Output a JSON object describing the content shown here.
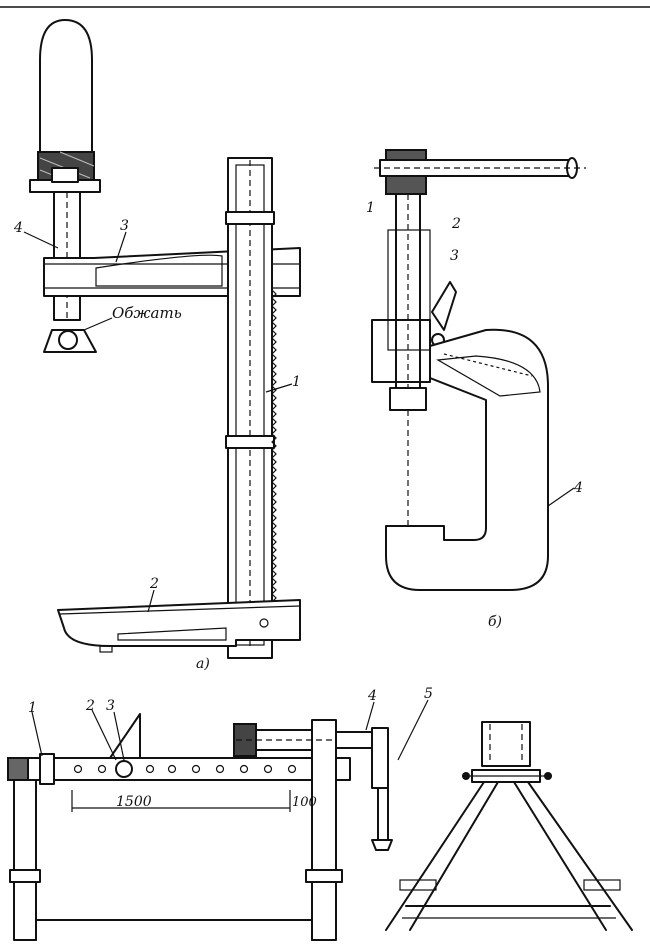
{
  "figure_a": {
    "caption": "а)",
    "callouts": {
      "handle": "4",
      "arm": "3",
      "rack_bar": "1",
      "base": "2"
    },
    "annotation": "Обжать"
  },
  "figure_b": {
    "caption": "б)",
    "callouts": {
      "screw": "1",
      "sleeve": "2",
      "pawl": "3",
      "frame": "4"
    }
  },
  "figure_c": {
    "callouts": [
      "1",
      "2",
      "3",
      "4",
      "5"
    ],
    "dimensions": {
      "span": "1500",
      "step": "100"
    }
  }
}
